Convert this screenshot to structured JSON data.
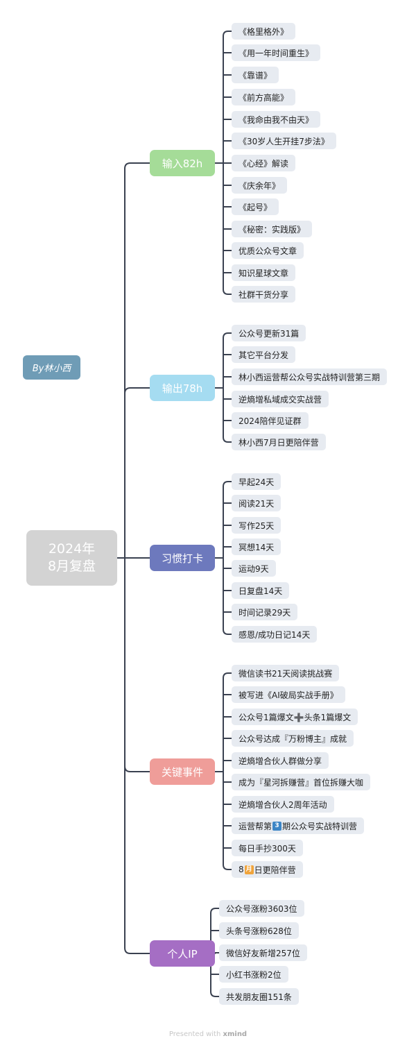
{
  "root": {
    "line1": "2024年",
    "line2": "8月复盘"
  },
  "author": "By林小西",
  "branches": [
    {
      "label": "输入82h",
      "color": "#a5dc98",
      "items": [
        "《格里格外》",
        "《用一年时间重生》",
        "《靠谱》",
        "《前方高能》",
        "《我命由我不由天》",
        "《30岁人生开挂7步法》",
        "《心经》解读",
        "《庆余年》",
        "《起号》",
        "《秘密：实践版》",
        "优质公众号文章",
        "知识星球文章",
        "社群干货分享"
      ]
    },
    {
      "label": "输出78h",
      "color": "#a5dcf1",
      "items": [
        "公众号更新31篇",
        "其它平台分发",
        "林小西运营帮公众号实战特训营第三期",
        "逆熵增私域成交实战营",
        "2024陪伴见证群",
        "林小西7月日更陪伴营"
      ]
    },
    {
      "label": "习惯打卡",
      "color": "#6d79bd",
      "items": [
        "早起24天",
        "阅读21天",
        "写作25天",
        "冥想14天",
        "运动9天",
        "日复盘14天",
        "时间记录29天",
        "感恩/成功日记14天"
      ]
    },
    {
      "label": "关键事件",
      "color": "#ef9d99",
      "items": [
        "微信读书21天阅读挑战赛",
        "被写进《AI破局实战手册》",
        "公众号1篇爆文➕头条1篇爆文",
        "公众号达成『万粉博主』成就",
        "逆熵增合伙人群做分享",
        "成为『星河拆赚营』首位拆赚大咖",
        "逆熵增合伙人2周年活动",
        "运营帮第3期公众号实战特训营",
        "每日手抄300天",
        "8月日更陪伴营"
      ]
    },
    {
      "label": "个人IP",
      "color": "#a56ec4",
      "items": [
        "公众号涨粉3603位",
        "头条号涨粉628位",
        "微信好友新增257位",
        "小红书涨粉2位",
        "共发朋友圈151条"
      ]
    }
  ],
  "badges": {
    "b38": {
      "prefix": "运营帮第",
      "badge": "3",
      "suffix": "期公众号实战特训营",
      "color": "#3d86c6"
    },
    "b39": {
      "prefix": "8",
      "badge": "月",
      "suffix": "日更陪伴营",
      "color": "#f0a43c"
    }
  },
  "footer": {
    "prefix": "Presented with",
    "brand": "xmind"
  }
}
